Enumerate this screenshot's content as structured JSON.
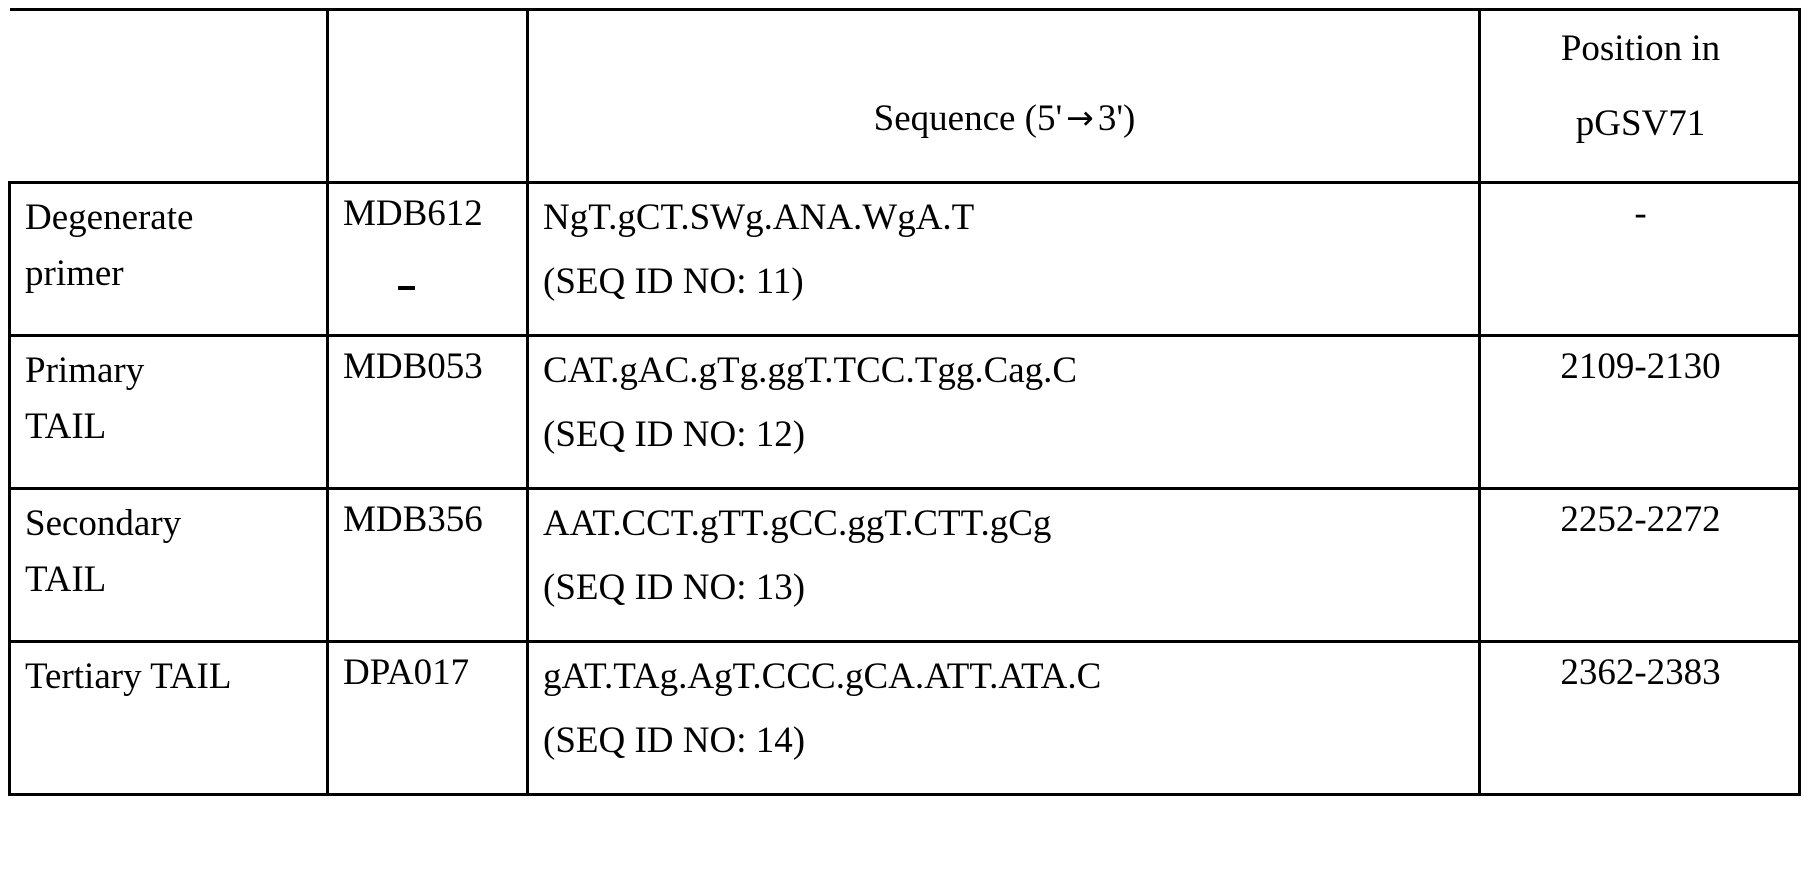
{
  "document": {
    "type": "patent-table",
    "ink_color": "#000000",
    "background_color": "#ffffff"
  },
  "table": {
    "headers": {
      "type_column": "",
      "name_column": "",
      "sequence_column": {
        "prefix": "Sequence (5'",
        "arrow": "→",
        "suffix": "3')",
        "full": "Sequence (5' → 3')"
      },
      "position_column": {
        "line1": "Position in",
        "line2": "pGSV71",
        "full": "Position in pGSV71"
      }
    },
    "rows": [
      {
        "type_lines": [
          "Degenerate",
          "primer"
        ],
        "name": "MDB612",
        "sequence": "NgT.gCT.SWg.ANA.WgA.T",
        "seq_id": "(SEQ ID NO: 11)",
        "position": "-"
      },
      {
        "type_lines": [
          "Primary",
          "TAIL"
        ],
        "name": "MDB053",
        "sequence": "CAT.gAC.gTg.ggT.TCC.Tgg.Cag.C",
        "seq_id": "(SEQ ID NO: 12)",
        "position": "2109-2130"
      },
      {
        "type_lines": [
          "Secondary",
          "TAIL"
        ],
        "name": "MDB356",
        "sequence": "AAT.CCT.gTT.gCC.ggT.CTT.gCg",
        "seq_id": "(SEQ ID NO: 13)",
        "position": "2252-2272"
      },
      {
        "type_lines": [
          "Tertiary TAIL"
        ],
        "name": "DPA017",
        "sequence": "gAT.TAg.AgT.CCC.gCA.ATT.ATA.C",
        "seq_id": "(SEQ ID NO: 14)",
        "position": "2362-2383"
      }
    ]
  }
}
